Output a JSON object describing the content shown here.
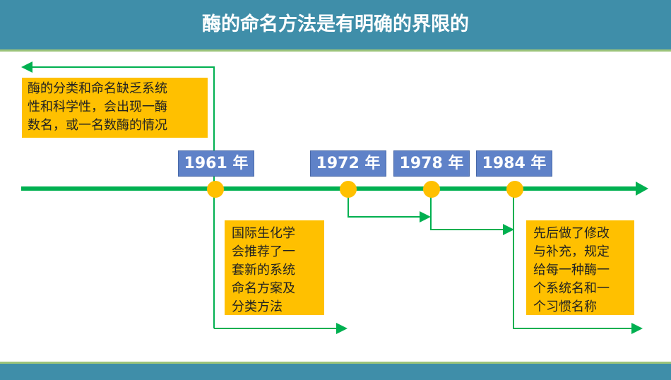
{
  "title": "酶的命名方法是有明确的界限的",
  "before_note": [
    "酶的分类和命名缺乏系统",
    "性和科学性，会出现一酶",
    "数名，或一名数酶的情况"
  ],
  "years": [
    "1961 年",
    "1972 年",
    "1978 年",
    "1984 年"
  ],
  "note_1961": [
    "国际生化学",
    "会推荐了一",
    "套新的系统",
    "命名方案及",
    "分类方法"
  ],
  "note_1984": [
    "先后做了修改",
    "与补充，规定",
    "给每一种酶一",
    "个系统名和一",
    "个习惯名称"
  ],
  "colors": {
    "header": "#3f8ea9",
    "timeline": "#00b050",
    "marker": "#ffc000",
    "year_box": "#5f82c8"
  }
}
